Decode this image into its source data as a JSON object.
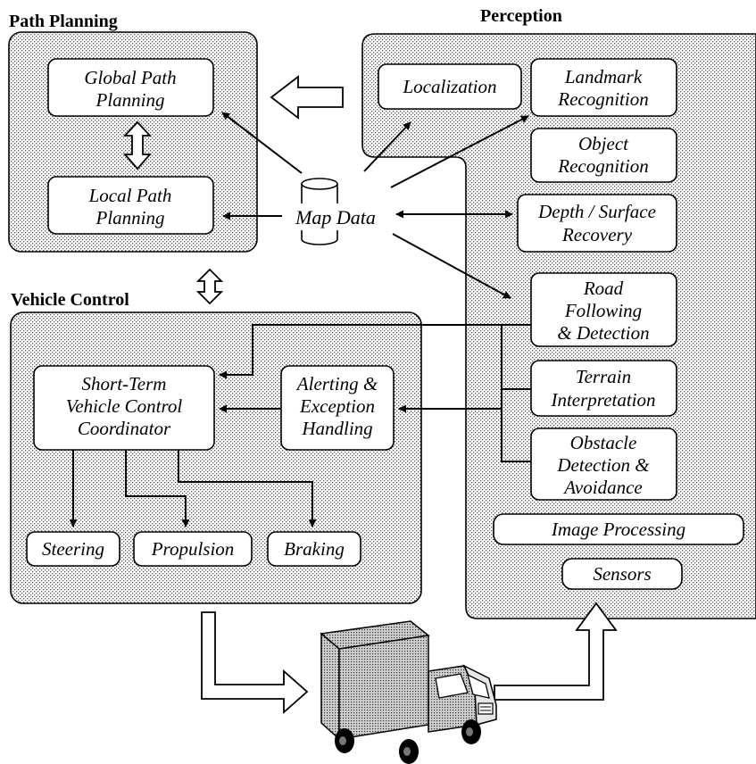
{
  "groups": {
    "path_planning": "Path Planning",
    "perception": "Perception",
    "vehicle_control": "Vehicle Control"
  },
  "boxes": {
    "global_path_planning": [
      "Global Path",
      "Planning"
    ],
    "local_path_planning": [
      "Local Path",
      "Planning"
    ],
    "localization": [
      "Localization"
    ],
    "landmark_recognition": [
      "Landmark",
      "Recognition"
    ],
    "object_recognition": [
      "Object",
      "Recognition"
    ],
    "depth_surface_recovery": [
      "Depth / Surface",
      "Recovery"
    ],
    "road_following": [
      "Road",
      "Following",
      "& Detection"
    ],
    "terrain_interpretation": [
      "Terrain",
      "Interpretation"
    ],
    "obstacle_detection": [
      "Obstacle",
      "Detection &",
      "Avoidance"
    ],
    "image_processing": [
      "Image Processing"
    ],
    "sensors": [
      "Sensors"
    ],
    "short_term_coordinator": [
      "Short-Term",
      "Vehicle Control",
      "Coordinator"
    ],
    "alerting_exception": [
      "Alerting &",
      "Exception",
      "Handling"
    ],
    "steering": [
      "Steering"
    ],
    "propulsion": [
      "Propulsion"
    ],
    "braking": [
      "Braking"
    ]
  },
  "map_data": "Map Data"
}
